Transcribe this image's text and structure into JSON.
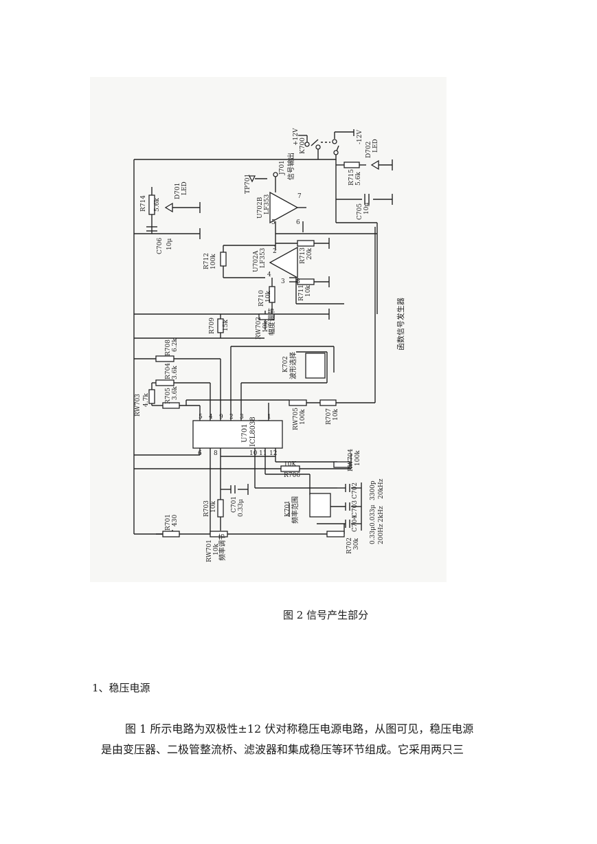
{
  "figure": {
    "caption": "图 2  信号产生部分",
    "labels": {
      "k700": "K700",
      "plus12": "+12V",
      "minus12": "-12V",
      "d702": "D702",
      "led2": "LED",
      "r715": "R715",
      "r715v": "5.6k",
      "c705": "C705",
      "c705v": "10μ",
      "j701": "J701",
      "sigout": "信号输出",
      "tp701": "TP701",
      "u702b": "U702B",
      "lf353b": "LF353",
      "r714": "R714",
      "r714v": "5.6k",
      "d701": "D701",
      "led1": "LED",
      "c706": "C706",
      "c706v": "10μ",
      "r712": "R712",
      "r712v": "100k",
      "u702a": "U702A",
      "lf353a": "LF353",
      "r713": "R713",
      "r713v": "20k",
      "r710": "R710",
      "r710v": "10k",
      "r711": "R711",
      "r711v": "10k",
      "title": "函数信号发生器",
      "r709": "R709",
      "r709v": "15k",
      "rw702": "RW702",
      "rw702v": "10k",
      "rw702f": "幅度调节",
      "r708": "R708",
      "r708v": "6.2k",
      "k702": "K702",
      "k702f": "波形选择",
      "r704": "R704",
      "r704v": "3.6k",
      "r705": "R705",
      "r705v": "3.6k",
      "rw703": "RW703",
      "rw703v": "4.7k",
      "u701": "U701",
      "icl": "ICL8038",
      "rw705": "RW705",
      "rw705v": "100k",
      "r707": "R707",
      "r707v": "10k",
      "rw704": "RW704",
      "rw704v": "100k",
      "r706": "R706",
      "r706v": "10K",
      "c702": "C702",
      "c702v": "3300p",
      "c702f": "20kHz",
      "c703": "C703",
      "c703v": "0.033μ",
      "c703f": "2kHz",
      "c704": "C704",
      "c704v": "0.33μ",
      "c704f": "200Hz",
      "k701": "K701",
      "k701f": "频率范围",
      "r703": "R703",
      "r703v": "10k",
      "c701": "C701",
      "c701v": "0.33μ",
      "r701": "R701",
      "r701v": "430",
      "rw701": "RW701",
      "rw701v": "10k",
      "rw701f": "频率调节",
      "r702": "R702",
      "r702v": "30k",
      "pin1": "1",
      "pin2": "2",
      "pin3": "3",
      "pin4": "4",
      "pin5": "5",
      "pin6": "6",
      "pin7": "7",
      "pin8": "8",
      "pin9": "9",
      "pin10": "10",
      "pin11": "11",
      "pin12": "12"
    }
  },
  "section": {
    "heading": "1、稳压电源",
    "line1": "图 1 所示电路为双极性±12 伏对称稳压电源电路，从图可见，稳压电源",
    "line2": "是由变压器、二极管整流桥、滤波器和集成稳压等环节组成。它采用两只三"
  }
}
